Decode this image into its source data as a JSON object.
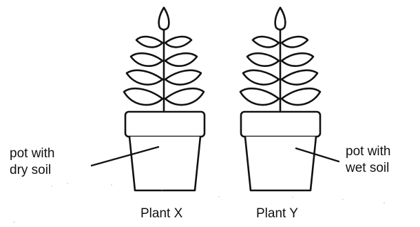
{
  "labels": {
    "left": {
      "line1": "pot with",
      "line2": "dry soil"
    },
    "right": {
      "line1": "pot with",
      "line2": "wet soil"
    }
  },
  "captions": {
    "plant_x": "Plant X",
    "plant_y": "Plant Y"
  },
  "colors": {
    "ink": "#111111",
    "background": "#ffffff"
  }
}
